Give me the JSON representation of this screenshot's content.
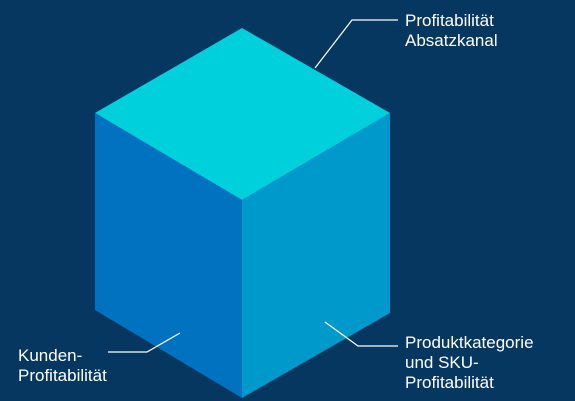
{
  "labels": {
    "top_face": [
      "Profitabilität",
      "Absatzkanal"
    ],
    "right_face": [
      "Produktkategorie",
      "und SKU-",
      "Profitabilität"
    ],
    "left_face": [
      "Kunden-",
      "Profitabilität"
    ]
  },
  "colors": {
    "background": "#053760",
    "cube_top": "#00D0DC",
    "cube_left": "#0072C0",
    "cube_right": "#0099CC",
    "text": "#ffffff",
    "leader_line": "#ffffff"
  }
}
